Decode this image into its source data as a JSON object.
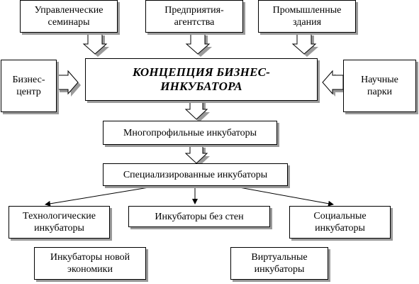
{
  "diagram": {
    "top_sources": {
      "management_seminars": "Управленческие\nсеминары",
      "agency_enterprises": "Предприятия-\nагентства",
      "industrial_buildings": "Промышленные\nздания"
    },
    "side_sources": {
      "business_center": "Бизнес-\nцентр",
      "science_parks": "Научные\nпарки"
    },
    "concept": "КОНЦЕПЦИЯ БИЗНЕС-\nИНКУБАТОРА",
    "multiprofile": "Многопрофильные инкубаторы",
    "specialized": "Специализированные инкубаторы",
    "types": {
      "technological": "Технологические\nинкубаторы",
      "without_walls": "Инкубаторы без стен",
      "social": "Социальные\nинкубаторы",
      "new_economy": "Инкубаторы новой\nэкономики",
      "virtual": "Виртуальные\nинкубаторы"
    }
  }
}
